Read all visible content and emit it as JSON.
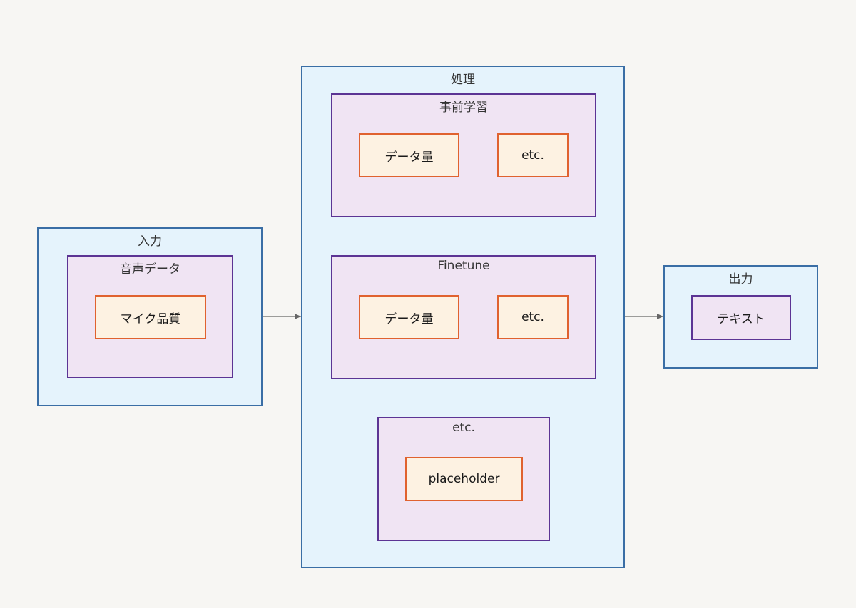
{
  "input_group": {
    "title": "入力",
    "audio_group": {
      "title": "音声データ",
      "mic_quality": "マイク品質"
    }
  },
  "processing_group": {
    "title": "処理",
    "pretraining": {
      "title": "事前学習",
      "data_amount": "データ量",
      "etc": "etc."
    },
    "finetune": {
      "title": "Finetune",
      "data_amount": "データ量",
      "etc": "etc."
    },
    "other": {
      "title": "etc.",
      "placeholder": "placeholder"
    }
  },
  "output_group": {
    "title": "出力",
    "text": "テキスト"
  },
  "colors": {
    "background": "#f7f6f3",
    "outer_fill": "#e5f3fc",
    "outer_stroke": "#3a6ea5",
    "mid_fill": "#f0e4f3",
    "mid_stroke": "#5c3494",
    "leaf_fill": "#fdf2e2",
    "leaf_stroke": "#e0622f",
    "edge": "#666666"
  }
}
